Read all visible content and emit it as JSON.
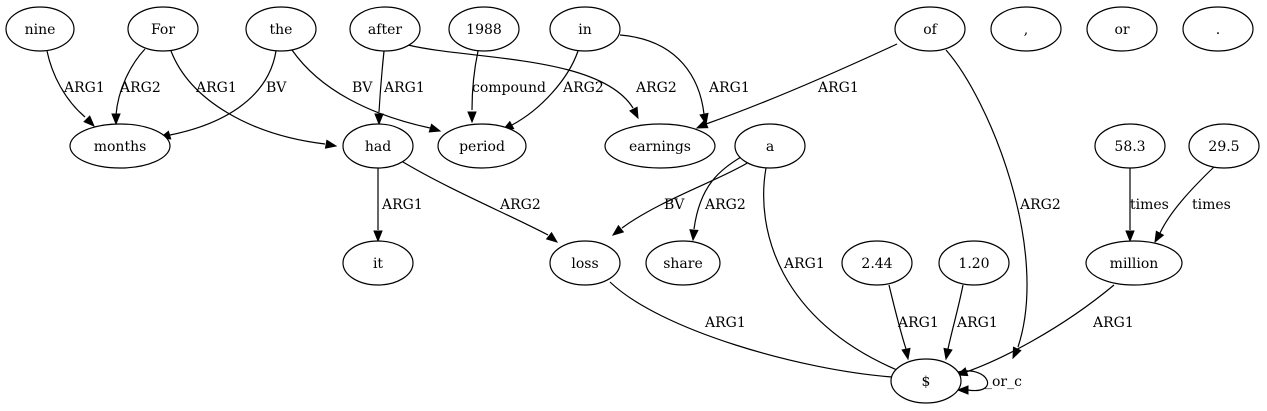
{
  "nodes": [
    {
      "id": "nine",
      "label": "nine"
    },
    {
      "id": "for",
      "label": "For"
    },
    {
      "id": "the",
      "label": "the"
    },
    {
      "id": "after",
      "label": "after"
    },
    {
      "id": "y1988",
      "label": "1988"
    },
    {
      "id": "in",
      "label": "in"
    },
    {
      "id": "of",
      "label": "of"
    },
    {
      "id": "comma",
      "label": ","
    },
    {
      "id": "or",
      "label": "or"
    },
    {
      "id": "period_punct",
      "label": "."
    },
    {
      "id": "months",
      "label": "months"
    },
    {
      "id": "had",
      "label": "had"
    },
    {
      "id": "period",
      "label": "period"
    },
    {
      "id": "earnings",
      "label": "earnings"
    },
    {
      "id": "a",
      "label": "a"
    },
    {
      "id": "n58_3",
      "label": "58.3"
    },
    {
      "id": "n29_5",
      "label": "29.5"
    },
    {
      "id": "it",
      "label": "it"
    },
    {
      "id": "loss",
      "label": "loss"
    },
    {
      "id": "share",
      "label": "share"
    },
    {
      "id": "n2_44",
      "label": "2.44"
    },
    {
      "id": "n1_20",
      "label": "1.20"
    },
    {
      "id": "million",
      "label": "million"
    },
    {
      "id": "dollar",
      "label": "$"
    }
  ],
  "edges": [
    {
      "id": "e1",
      "from": "nine",
      "to": "months",
      "label": "ARG1"
    },
    {
      "id": "e2",
      "from": "for",
      "to": "months",
      "label": "ARG2"
    },
    {
      "id": "e3",
      "from": "for",
      "to": "had",
      "label": "ARG1"
    },
    {
      "id": "e4",
      "from": "the",
      "to": "months",
      "label": "BV"
    },
    {
      "id": "e5",
      "from": "the",
      "to": "period",
      "label": "BV"
    },
    {
      "id": "e6",
      "from": "after",
      "to": "had",
      "label": "ARG1"
    },
    {
      "id": "e7",
      "from": "after",
      "to": "earnings",
      "label": "ARG2"
    },
    {
      "id": "e8",
      "from": "y1988",
      "to": "period",
      "label": "compound"
    },
    {
      "id": "e9",
      "from": "in",
      "to": "period",
      "label": "ARG2"
    },
    {
      "id": "e10",
      "from": "in",
      "to": "earnings",
      "label": "ARG1"
    },
    {
      "id": "e11",
      "from": "of",
      "to": "earnings",
      "label": "ARG1"
    },
    {
      "id": "e12",
      "from": "of",
      "to": "dollar",
      "label": "ARG2"
    },
    {
      "id": "e13",
      "from": "had",
      "to": "it",
      "label": "ARG1"
    },
    {
      "id": "e14",
      "from": "had",
      "to": "loss",
      "label": "ARG2"
    },
    {
      "id": "e15",
      "from": "a",
      "to": "loss",
      "label": "BV"
    },
    {
      "id": "e16",
      "from": "a",
      "to": "share",
      "label": "ARG2"
    },
    {
      "id": "e17",
      "from": "a",
      "to": "dollar",
      "label": "ARG1"
    },
    {
      "id": "e18",
      "from": "n58_3",
      "to": "million",
      "label": "times"
    },
    {
      "id": "e19",
      "from": "n29_5",
      "to": "million",
      "label": "times"
    },
    {
      "id": "e20",
      "from": "loss",
      "to": "dollar",
      "label": "ARG1"
    },
    {
      "id": "e21",
      "from": "n2_44",
      "to": "dollar",
      "label": "ARG1"
    },
    {
      "id": "e22",
      "from": "n1_20",
      "to": "dollar",
      "label": "ARG1"
    },
    {
      "id": "e23",
      "from": "million",
      "to": "dollar",
      "label": "ARG1"
    },
    {
      "id": "e24",
      "from": "dollar",
      "to": "dollar",
      "label": "_or_c"
    }
  ]
}
